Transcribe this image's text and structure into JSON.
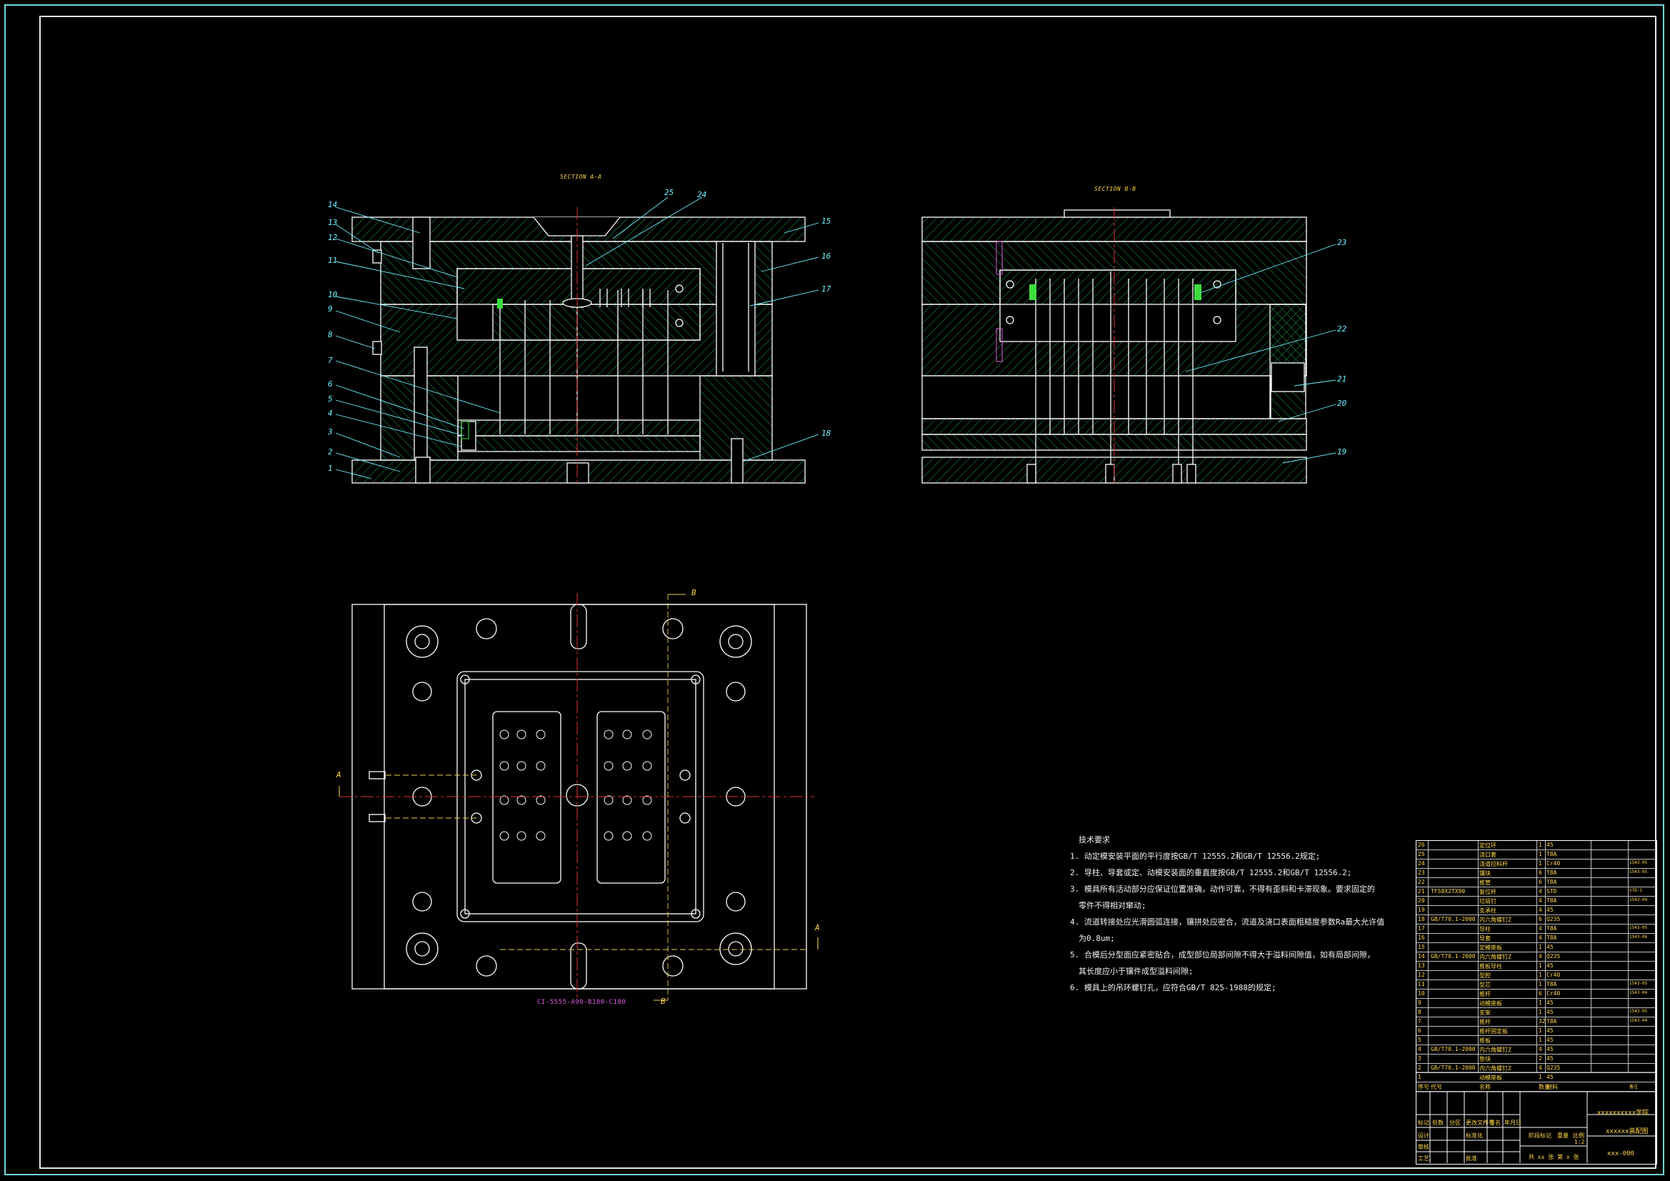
{
  "sections": {
    "aa_title": "SECTION A-A",
    "bb_title": "SECTION B-B",
    "plan_note": "CI-5555-A90-B100-C180",
    "arrow_a": "A",
    "arrow_b": "B"
  },
  "balloons": {
    "b1": "1",
    "b2": "2",
    "b3": "3",
    "b4": "4",
    "b5": "5",
    "b6": "6",
    "b7": "7",
    "b8": "8",
    "b9": "9",
    "b10": "10",
    "b11": "11",
    "b12": "12",
    "b13": "13",
    "b14": "14",
    "b15": "15",
    "b16": "16",
    "b17": "17",
    "b18": "18",
    "b19": "19",
    "b20": "20",
    "b21": "21",
    "b22": "22",
    "b23": "23",
    "b24": "24",
    "b25": "25"
  },
  "notes": {
    "title": "技术要求",
    "n1": "1. 动定模安装平面的平行度按GB/T 12555.2和GB/T 12556.2规定;",
    "n2": "2. 导柱、导套或定、动模安装面的垂直度按GB/T 12555.2和GB/T 12556.2;",
    "n3a": "3. 模具所有活动部分应保证位置准确，动作可靠，不得有歪斜和卡滞现象。要求固定的",
    "n3b": "零件不得相对窜动;",
    "n4a": "4. 流道转接处应光滑圆弧连接，镶拼处应密合，流道及浇口表面粗糙度参数Ra最大允许值",
    "n4b": "为0.8um;",
    "n5a": "5. 合模后分型面应紧密贴合，成型部位局部间隙不得大于溢料间隙值，如有局部间隙，",
    "n5b": "其长度应小于镶件成型溢料间隙;",
    "n6": "6. 模具上的吊环螺钉孔，应符合GB/T 825-1988的规定;"
  },
  "bom": {
    "r26": [
      "26",
      "",
      "定位环",
      "1",
      "45",
      ""
    ],
    "r25": [
      "25",
      "",
      "浇口套",
      "1",
      "T8A",
      ""
    ],
    "r24": [
      "24",
      "",
      "浇道拉料杆",
      "1",
      "Cr40",
      "1543-05"
    ],
    "r23": [
      "23",
      "",
      "镶块",
      "6",
      "T8A",
      "1543-05"
    ],
    "r22": [
      "22",
      "",
      "推管",
      "6",
      "T8A",
      ""
    ],
    "r21": [
      "21",
      "TFS8X2TX90",
      "复位杆",
      "4",
      "STD",
      "STD-1"
    ],
    "r20": [
      "20",
      "",
      "垃圾钉",
      "4",
      "T8A",
      "1543-04"
    ],
    "r19": [
      "19",
      "",
      "支承柱",
      "4",
      "45",
      ""
    ],
    "r18": [
      "18",
      "GB/T70.1-2000",
      "内六角螺钉Z",
      "6",
      "Q235",
      ""
    ],
    "r17": [
      "17",
      "",
      "导柱",
      "4",
      "T8A",
      "1543-05"
    ],
    "r16": [
      "16",
      "",
      "导套",
      "4",
      "T8A",
      "1543-06"
    ],
    "r15": [
      "15",
      "",
      "定模座板",
      "1",
      "45",
      ""
    ],
    "r14": [
      "14",
      "GB/T70.1-2000",
      "内六角螺钉Z",
      "4",
      "Q235",
      ""
    ],
    "r13": [
      "13",
      "",
      "推板导柱",
      "1",
      "45",
      ""
    ],
    "r12": [
      "12",
      "",
      "型腔",
      "1",
      "Cr40",
      ""
    ],
    "r11": [
      "11",
      "",
      "型芯",
      "1",
      "T8A",
      "1543-05"
    ],
    "r10": [
      "10",
      "",
      "推杆",
      "6",
      "Cr40",
      "1543-04"
    ],
    "r9": [
      "9",
      "",
      "动模座板",
      "1",
      "45",
      ""
    ],
    "r8": [
      "8",
      "",
      "支架",
      "1",
      "45",
      "1543-05"
    ],
    "r7": [
      "7",
      "",
      "推杆",
      "32",
      "T8A",
      "1543-04"
    ],
    "r6": [
      "6",
      "",
      "推杆固定板",
      "1",
      "45",
      ""
    ],
    "r5": [
      "5",
      "",
      "推板",
      "1",
      "45",
      ""
    ],
    "r4": [
      "4",
      "GB/T70.1-2000",
      "内六角螺钉Z",
      "4",
      "45",
      ""
    ],
    "r3": [
      "3",
      "",
      "垫块",
      "2",
      "45",
      ""
    ],
    "r2": [
      "2",
      "GB/T70.1-2000",
      "内六角螺钉Z",
      "4",
      "Q235",
      ""
    ],
    "r1": [
      "1",
      "",
      "动模座板",
      "1",
      "45",
      ""
    ],
    "header": [
      "序号",
      "代号",
      "名称",
      "数量",
      "材料",
      "备注"
    ],
    "school": "xxxxxxxxxx学院",
    "drawing_name": "xxxxxx装配图",
    "drawing_no": "xxx-000",
    "scale": "1:2",
    "sheet": "共 xx 张  第 x 张",
    "rows_sign": [
      "标记",
      "处数",
      "分区",
      "更改文件号",
      "签名",
      "年月日"
    ],
    "design": "设计",
    "check": "审核",
    "process": "工艺",
    "std": "标准化",
    "approve": "批准",
    "stage": "阶段标记",
    "weight": "重量",
    "ratio": "比例"
  },
  "colors": {
    "outline": "#ffffff",
    "hatch": "#22a24a",
    "leader": "#6ff0ff",
    "center": "#e03030",
    "hidden": "#e8d24a",
    "part_magenta": "#e35de3",
    "part_green": "#3ddc3d"
  }
}
